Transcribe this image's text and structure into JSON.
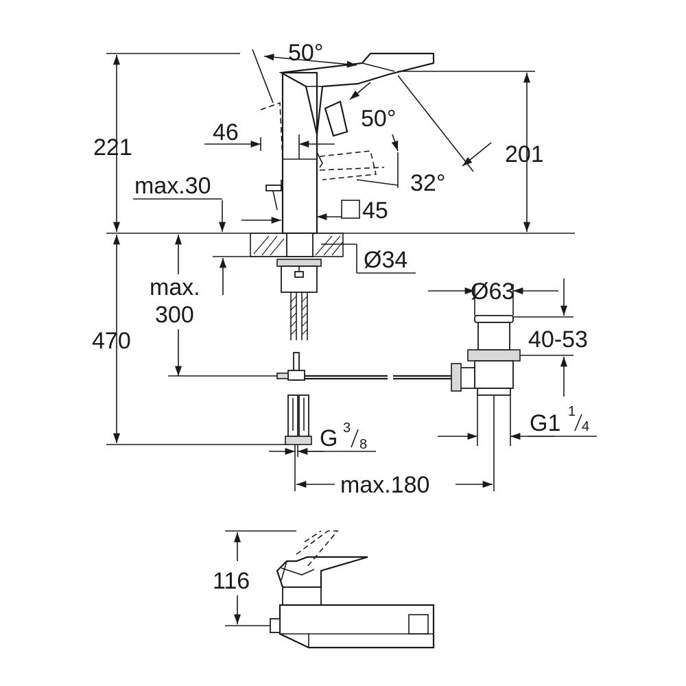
{
  "dimensions": {
    "height_total": "221",
    "height_spout": "201",
    "lever_angle_top": "50°",
    "lever_angle_right": "50°",
    "lever_angle_down": "32°",
    "spout_reach": "46",
    "deck_thickness_max": "max.30",
    "body_square": "45",
    "hole_diameter": "Ø34",
    "pipe_depth_label_1": "max.",
    "pipe_depth_label_2": "300",
    "overall_depth": "470",
    "waste_diameter": "Ø63",
    "waste_height": "40-53",
    "waste_thread_main": "G1",
    "waste_thread_num": "1",
    "waste_thread_den": "4",
    "supply_thread_main": "G",
    "supply_thread_num": "3",
    "supply_thread_den": "8",
    "pull_rod_length": "max.180",
    "side_view_height": "116"
  }
}
